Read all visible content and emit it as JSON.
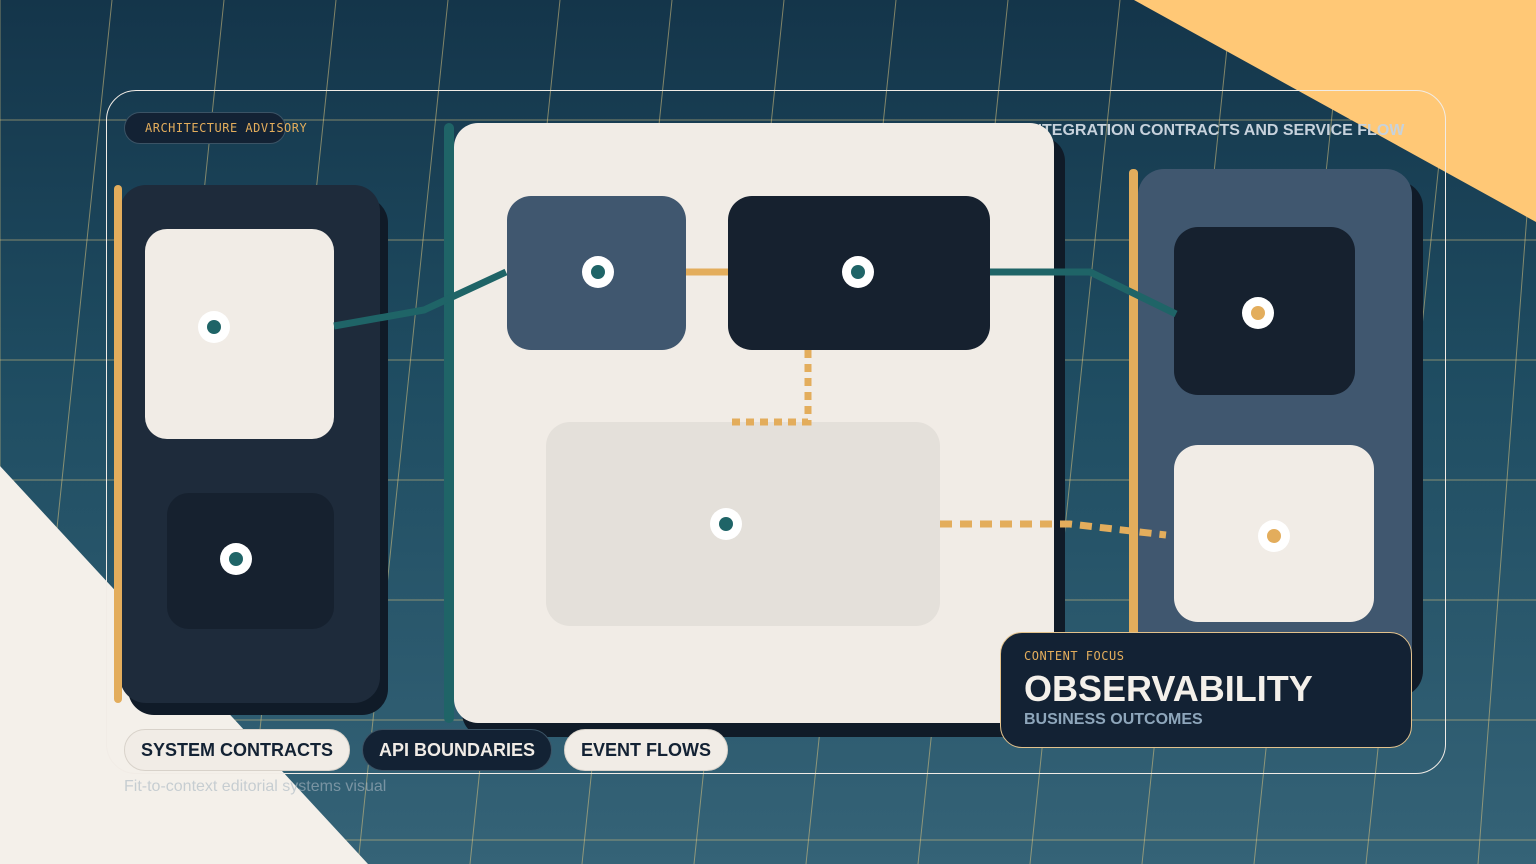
{
  "eyebrow": "ARCHITECTURE ADVISORY",
  "headline": "INTEGRATION CONTRACTS AND SERVICE FLOW",
  "callout": {
    "label": "CONTENT FOCUS",
    "title": "OBSERVABILITY",
    "subtitle": "BUSINESS OUTCOMES"
  },
  "chips": [
    "SYSTEM CONTRACTS",
    "API BOUNDARIES",
    "EVENT FLOWS"
  ],
  "footnote": "Fit-to-context editorial systems visual",
  "colors": {
    "navy": "#132234",
    "cream": "#f1ece6",
    "teal": "#1f6467",
    "amber": "#e3ad5c",
    "slate": "#40576f",
    "peach": "#ffc876"
  }
}
